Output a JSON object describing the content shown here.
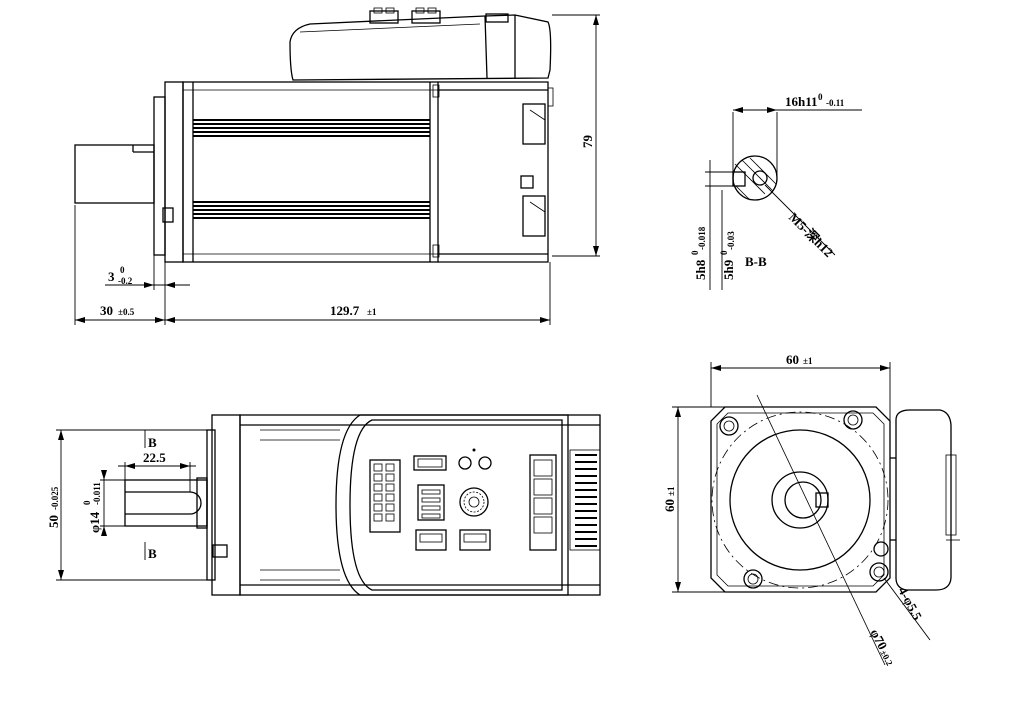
{
  "dimensions": {
    "height_top": "79",
    "pilot_depth_main": "3",
    "pilot_depth_sup": "0",
    "pilot_depth_sub": "-0.2",
    "shaft_length_main": "30",
    "shaft_length_tol": "±0.5",
    "body_length_main": "129.7",
    "body_length_tol": "±1",
    "key_width_main": "16h11",
    "key_width_sup": "0",
    "key_width_sub": "-0.11",
    "key_h_main": "5h8",
    "key_h_sup": "0",
    "key_h_sub": "-0.018",
    "key_w2_main": "5h9",
    "key_w2_sup": "0",
    "key_w2_sub": "-0.03",
    "thread_label": "M5-深h12",
    "section_label": "B-B",
    "section_mark_top": "B",
    "section_mark_bottom": "B",
    "key_length": "22.5",
    "pilot_dia_main": "50",
    "pilot_dia_sub": "-0.025",
    "shaft_dia_main": "φ14",
    "shaft_dia_sup": "0",
    "shaft_dia_sub": "-0.011",
    "flange_width_main": "60",
    "flange_width_tol": "±1",
    "flange_height_main": "60",
    "flange_height_tol": "±1",
    "holes_label": "4-φ5.5",
    "pcd_main": "φ70",
    "pcd_tol": "±0.2"
  }
}
